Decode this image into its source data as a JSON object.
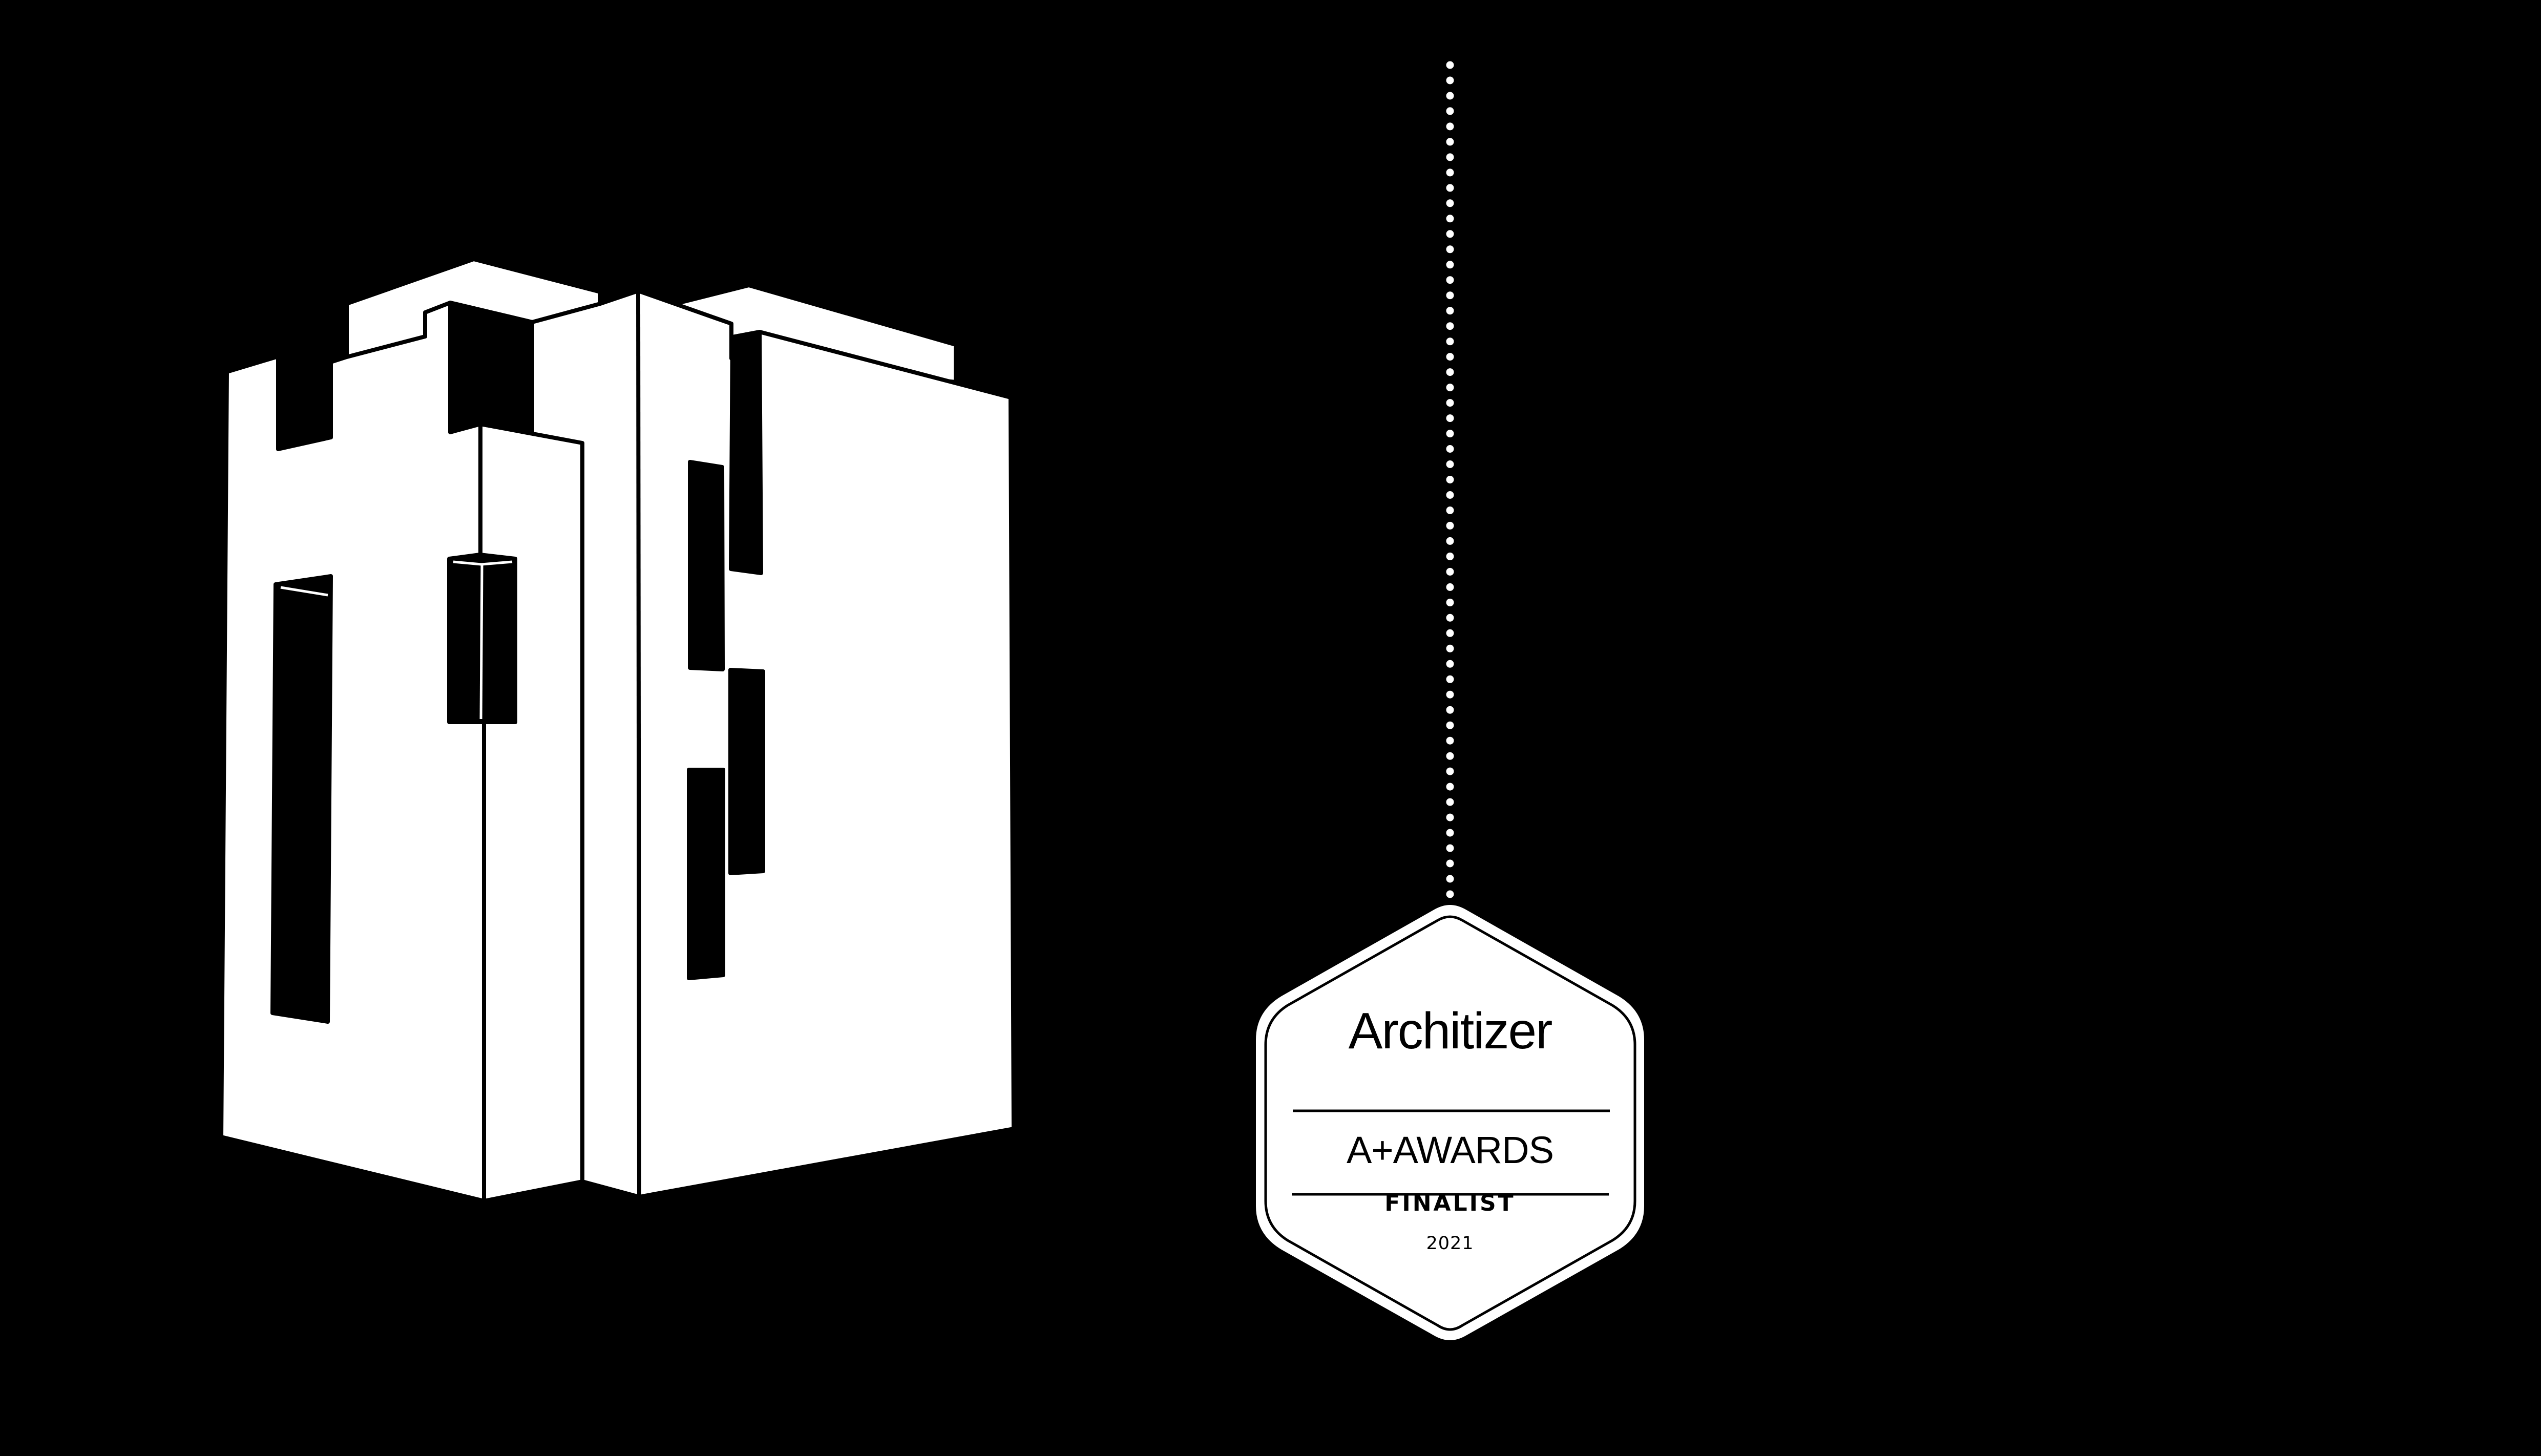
{
  "colors": {
    "background": "#000000",
    "foreground": "#ffffff",
    "ink": "#000000"
  },
  "illustration": {
    "subject": "building-elevation-silhouette",
    "icon": "building-icon"
  },
  "pendant": {
    "icon": "dotted-line-icon",
    "dot_count": 55
  },
  "badge": {
    "icon": "hexagon-badge-icon",
    "brand": "Architizer",
    "program": "A+AWARDS",
    "status": "FINALIST",
    "year": "2021"
  }
}
